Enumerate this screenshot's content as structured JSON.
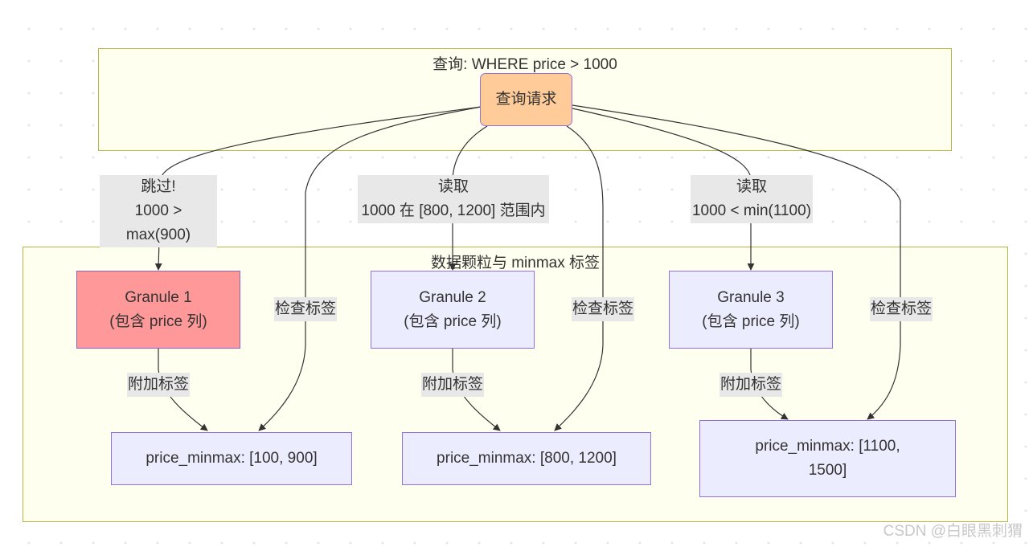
{
  "subgraphs": {
    "query": {
      "title": "查询: WHERE price > 1000"
    },
    "data": {
      "title": "数据颗粒与 minmax 标签"
    }
  },
  "nodes": {
    "query_request": "查询请求",
    "granule1": "Granule 1\n(包含 price 列)",
    "granule2": "Granule 2\n(包含 price 列)",
    "granule3": "Granule 3\n(包含 price 列)",
    "minmax1": "price_minmax: [100, 900]",
    "minmax2": "price_minmax: [800, 1200]",
    "minmax3": "price_minmax: [1100,\n1500]"
  },
  "edge_labels": {
    "skip": "跳过!\n1000 > max(900)",
    "read2": "读取\n1000 在 [800, 1200] 范围内",
    "read3": "读取\n1000 < min(1100)",
    "check1": "检查标签",
    "check2": "检查标签",
    "check3": "检查标签",
    "attach1": "附加标签",
    "attach2": "附加标签",
    "attach3": "附加标签"
  },
  "colors": {
    "subgraph_fill": "#fffff0",
    "subgraph_border": "#b5b54a",
    "node_fill": "#ececff",
    "node_border": "#9370db",
    "skipped_fill": "#ff9999",
    "query_fill": "#ffcc99",
    "edge": "#333333",
    "label_bg": "#e8e8e8"
  },
  "watermark": "CSDN @白眼黑刺猬"
}
